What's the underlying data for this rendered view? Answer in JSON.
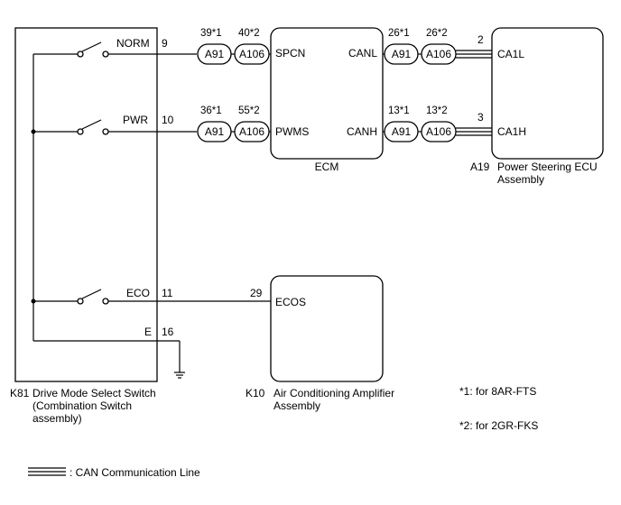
{
  "switch_unit": {
    "code": "K81",
    "name_lines": [
      "Drive Mode Select Switch",
      "(Combination Switch",
      "assembly)"
    ],
    "terminals": [
      {
        "label": "NORM",
        "pin": "9"
      },
      {
        "label": "PWR",
        "pin": "10"
      },
      {
        "label": "ECO",
        "pin": "11"
      },
      {
        "label": "E",
        "pin": "16"
      }
    ]
  },
  "ecm": {
    "name": "ECM",
    "pins": {
      "spcn": "SPCN",
      "pwms": "PWMS",
      "canl": "CANL",
      "canh": "CANH"
    }
  },
  "connectors": {
    "spcn": {
      "pin_a": "39*1",
      "conn_a": "A91",
      "pin_b": "40*2",
      "conn_b": "A106"
    },
    "pwms": {
      "pin_a": "36*1",
      "conn_a": "A91",
      "pin_b": "55*2",
      "conn_b": "A106"
    },
    "canl": {
      "pin_a": "26*1",
      "conn_a": "A91",
      "pin_b": "26*2",
      "conn_b": "A106"
    },
    "canh": {
      "pin_a": "13*1",
      "conn_a": "A91",
      "pin_b": "13*2",
      "conn_b": "A106"
    }
  },
  "ps_ecu": {
    "code": "A19",
    "name_lines": [
      "Power Steering ECU",
      "Assembly"
    ],
    "pins": [
      {
        "num": "2",
        "label": "CA1L"
      },
      {
        "num": "3",
        "label": "CA1H"
      }
    ]
  },
  "ac_amp": {
    "code": "K10",
    "name_lines": [
      "Air Conditioning Amplifier",
      "Assembly"
    ],
    "pin_num": "29",
    "pin_label": "ECOS"
  },
  "notes": [
    "*1: for 8AR-FTS",
    "*2: for 2GR-FKS"
  ],
  "legend": {
    "label": ": CAN Communication Line"
  }
}
